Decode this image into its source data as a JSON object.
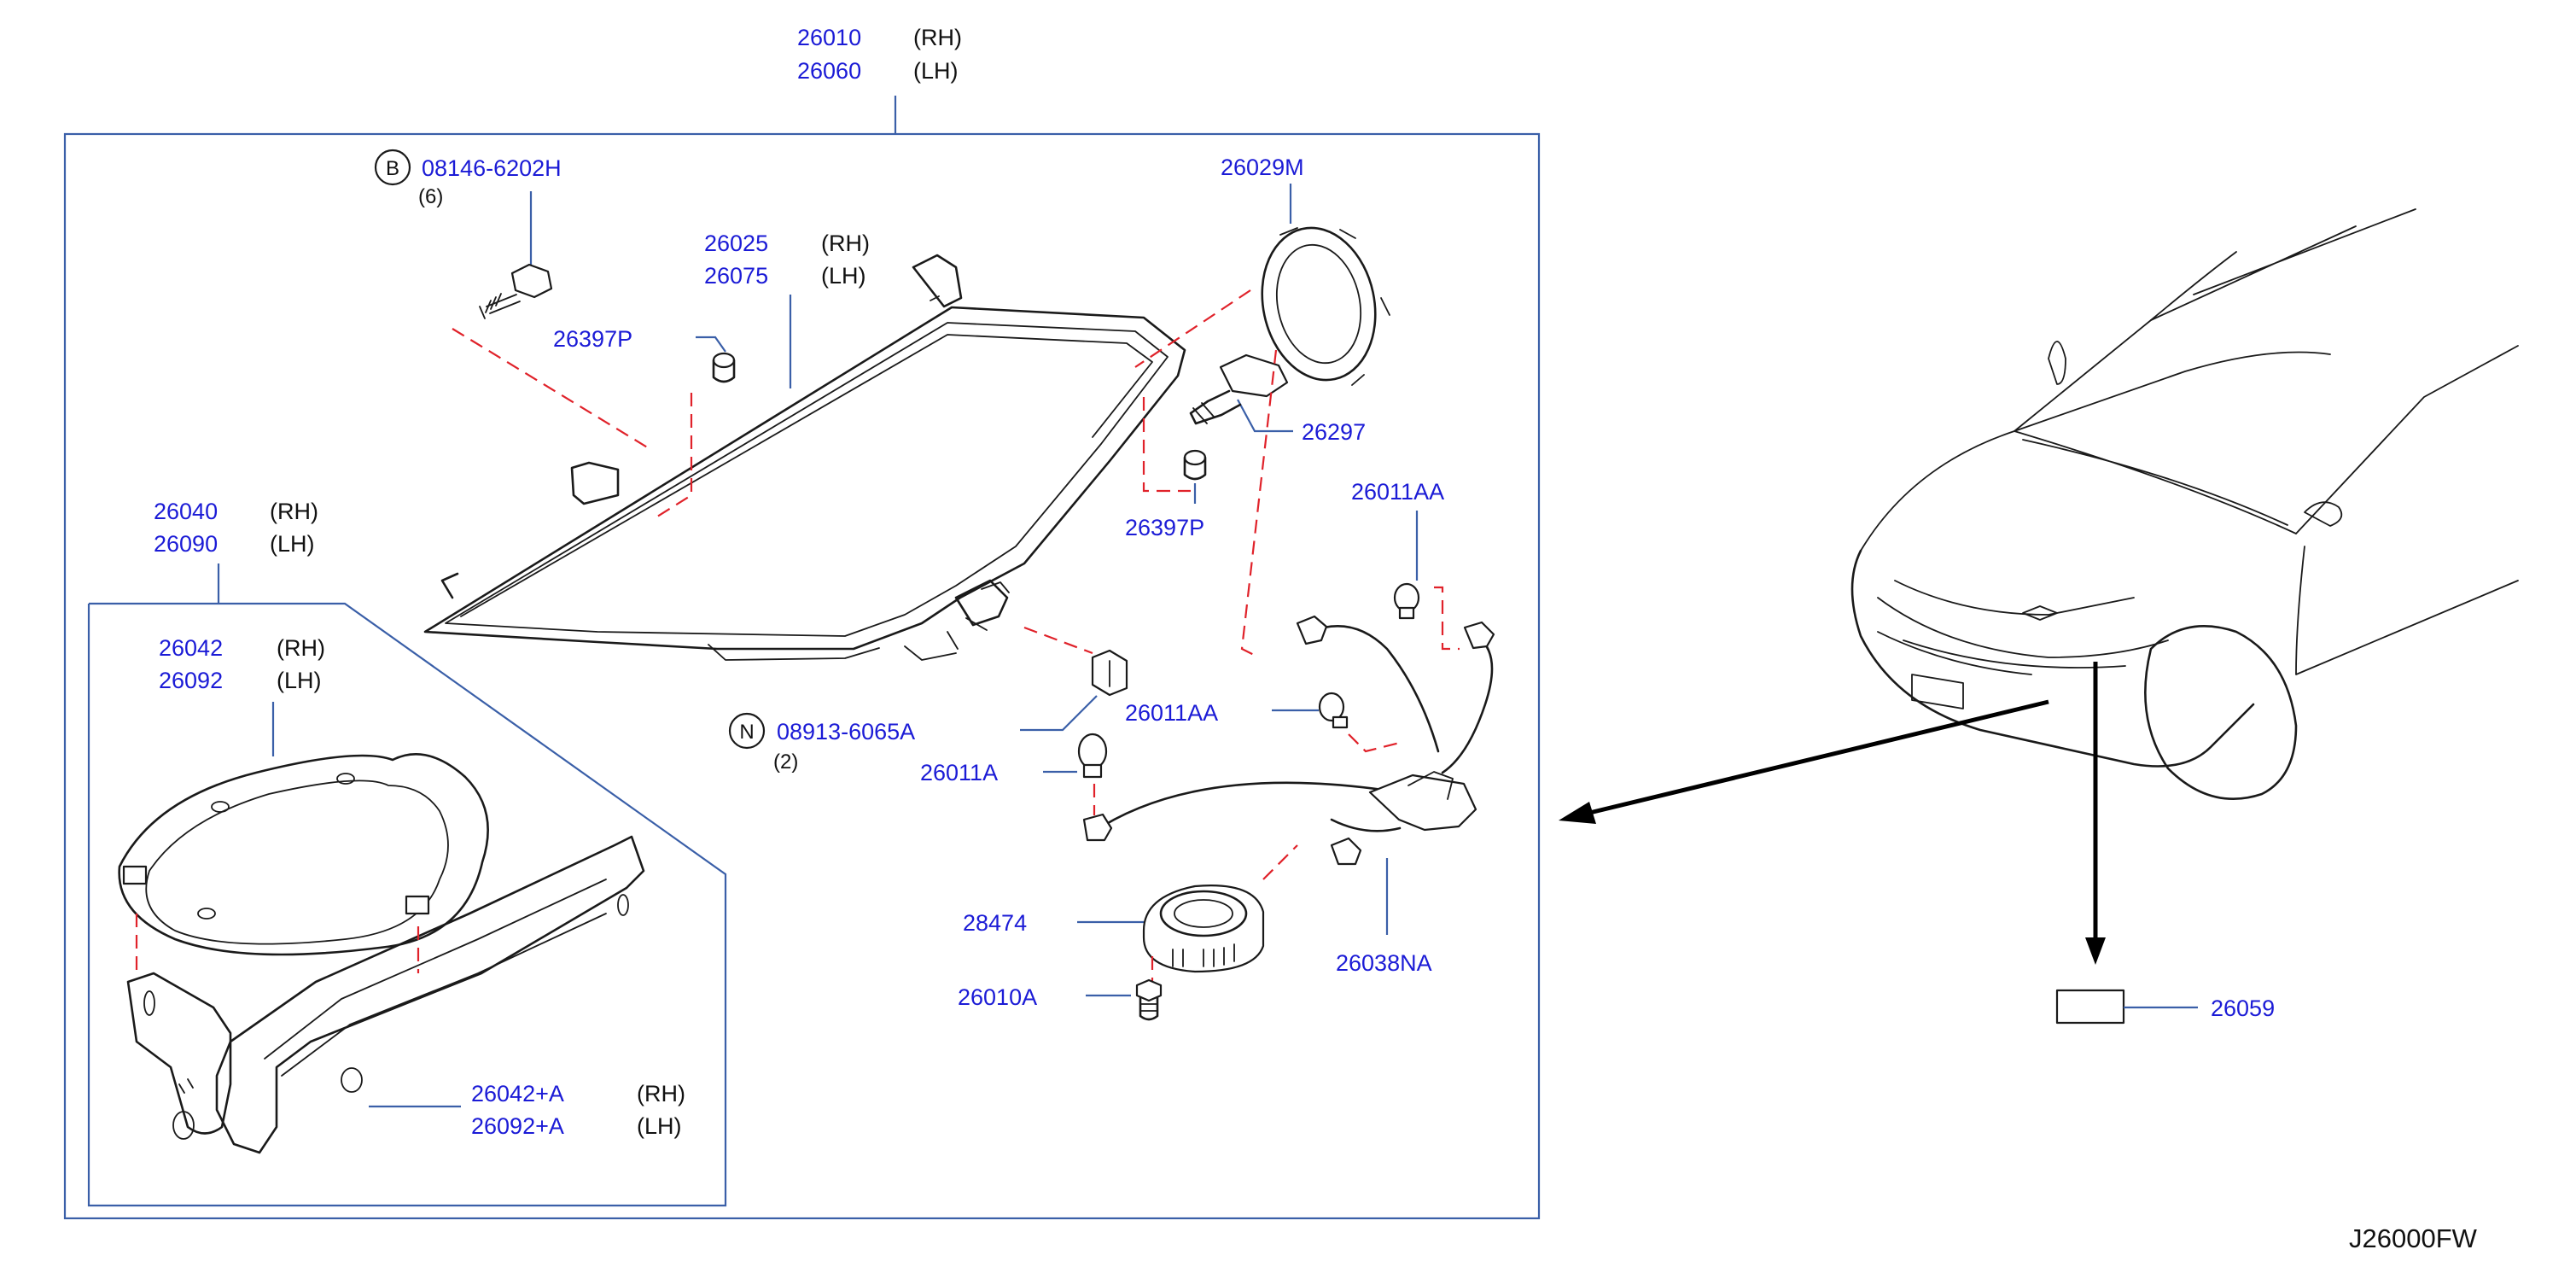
{
  "diagram_code": "J26000FW",
  "headlamp_assembly": {
    "rh_part": "26010",
    "rh_side": "(RH)",
    "lh_part": "26060",
    "lh_side": "(LH)"
  },
  "bolt_b": {
    "mark": "B",
    "part": "08146-6202H",
    "qty": "(6)"
  },
  "lens_housing": {
    "rh_part": "26025",
    "rh_side": "(RH)",
    "lh_part": "26075",
    "lh_side": "(LH)"
  },
  "cap_upper": {
    "part": "26397P"
  },
  "cap_lower": {
    "part": "26397P"
  },
  "socket_ring": {
    "part": "26029M"
  },
  "hid_bulb": {
    "part": "26297"
  },
  "bulb_aa_upper": {
    "part": "26011AA"
  },
  "bulb_aa_lower": {
    "part": "26011AA"
  },
  "bulb_a": {
    "part": "26011A"
  },
  "nut_n": {
    "mark": "N",
    "part": "08913-6065A",
    "qty": "(2)"
  },
  "ballast": {
    "part": "28474"
  },
  "screw": {
    "part": "26010A"
  },
  "harness": {
    "part": "26038NA"
  },
  "bracket_kit": {
    "rh_part": "26040",
    "rh_side": "(RH)",
    "lh_part": "26090",
    "lh_side": "(LH)"
  },
  "bracket_upper": {
    "rh_part": "26042",
    "rh_side": "(RH)",
    "lh_part": "26092",
    "lh_side": "(LH)"
  },
  "bracket_lower": {
    "rh_part": "26042+A",
    "rh_side": "(RH)",
    "lh_part": "26092+A",
    "lh_side": "(LH)"
  },
  "label_plate": {
    "part": "26059"
  }
}
